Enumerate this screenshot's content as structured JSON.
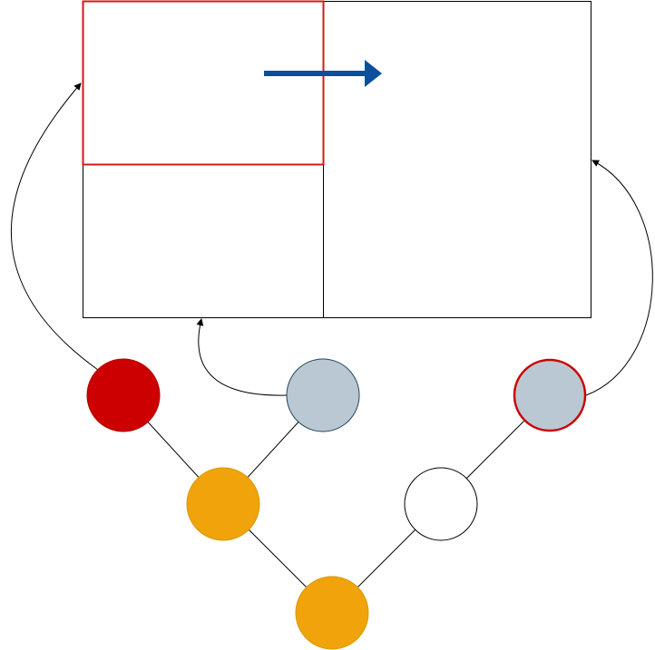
{
  "colors": {
    "background": "#ffffff",
    "outline": "#000000",
    "highlight_red": "#d11a1a",
    "arrow_blue": "#0b4f9c",
    "node_red": "#cc0000",
    "node_grey": "#bac8d3",
    "node_orange": "#f0a30a",
    "node_white": "#ffffff",
    "node_stroke": "#36393d",
    "edge": "#000000"
  },
  "diagram": {
    "layout_panels": [
      {
        "name": "top-left-panel"
      },
      {
        "name": "bottom-left-panel"
      },
      {
        "name": "right-panel"
      }
    ],
    "highlight": {
      "panel": "top-left-panel",
      "color": "#d11a1a"
    },
    "direction_arrow": {
      "direction": "right",
      "color": "#0b4f9c"
    },
    "tree_nodes": [
      {
        "name": "root-node",
        "fill": "#f0a30a",
        "stroke": "#d79b00"
      },
      {
        "name": "left-child-node",
        "fill": "#f0a30a",
        "stroke": "#d79b00"
      },
      {
        "name": "right-child-node",
        "fill": "#ffffff",
        "stroke": "#000000"
      },
      {
        "name": "leaf-red-node",
        "fill": "#cc0000",
        "stroke": "#b20000"
      },
      {
        "name": "leaf-grey-node",
        "fill": "#bac8d3",
        "stroke": "#23445d"
      },
      {
        "name": "leaf-grey-highlighted-node",
        "fill": "#bac8d3",
        "stroke": "#cc0000"
      }
    ],
    "tree_edges": [
      {
        "from": "root-node",
        "to": "left-child-node"
      },
      {
        "from": "root-node",
        "to": "right-child-node"
      },
      {
        "from": "left-child-node",
        "to": "leaf-red-node"
      },
      {
        "from": "left-child-node",
        "to": "leaf-grey-node"
      },
      {
        "from": "right-child-node",
        "to": "leaf-grey-highlighted-node"
      }
    ],
    "mapping_arrows": [
      {
        "from": "leaf-red-node",
        "to": "top-left-panel"
      },
      {
        "from": "leaf-grey-node",
        "to": "bottom-left-panel"
      },
      {
        "from": "leaf-grey-highlighted-node",
        "to": "right-panel"
      }
    ]
  }
}
